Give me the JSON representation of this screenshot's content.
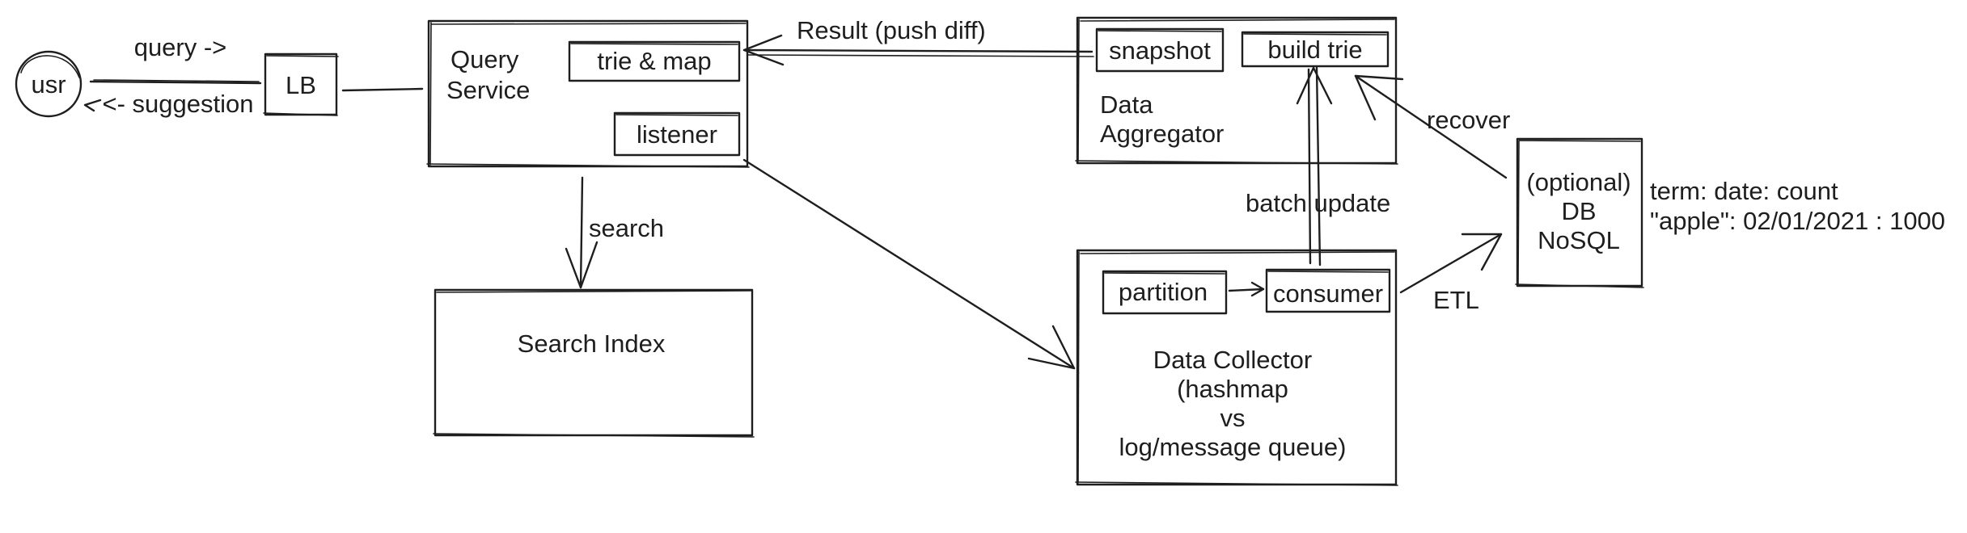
{
  "nodes": {
    "usr": "usr",
    "lb": "LB",
    "query_service": [
      "Query",
      "Service"
    ],
    "trie_map": "trie & map",
    "listener": "listener",
    "search_index": "Search Index",
    "snapshot": "snapshot",
    "build_trie": "build trie",
    "data_aggregator": [
      "Data",
      "Aggregator"
    ],
    "partition": "partition",
    "consumer": "consumer",
    "data_collector": [
      "Data Collector",
      "(hashmap",
      "vs",
      "log/message queue)"
    ],
    "db": [
      "(optional)",
      "DB",
      "NoSQL"
    ]
  },
  "edges": {
    "query": "query ->",
    "suggestion": "<- suggestion",
    "result": "Result (push diff)",
    "search": "search",
    "batch_update": "batch update",
    "recover": "recover",
    "etl": "ETL"
  },
  "notes": {
    "db_schema": [
      "term: date: count",
      "\"apple\": 02/01/2021 : 1000"
    ]
  }
}
